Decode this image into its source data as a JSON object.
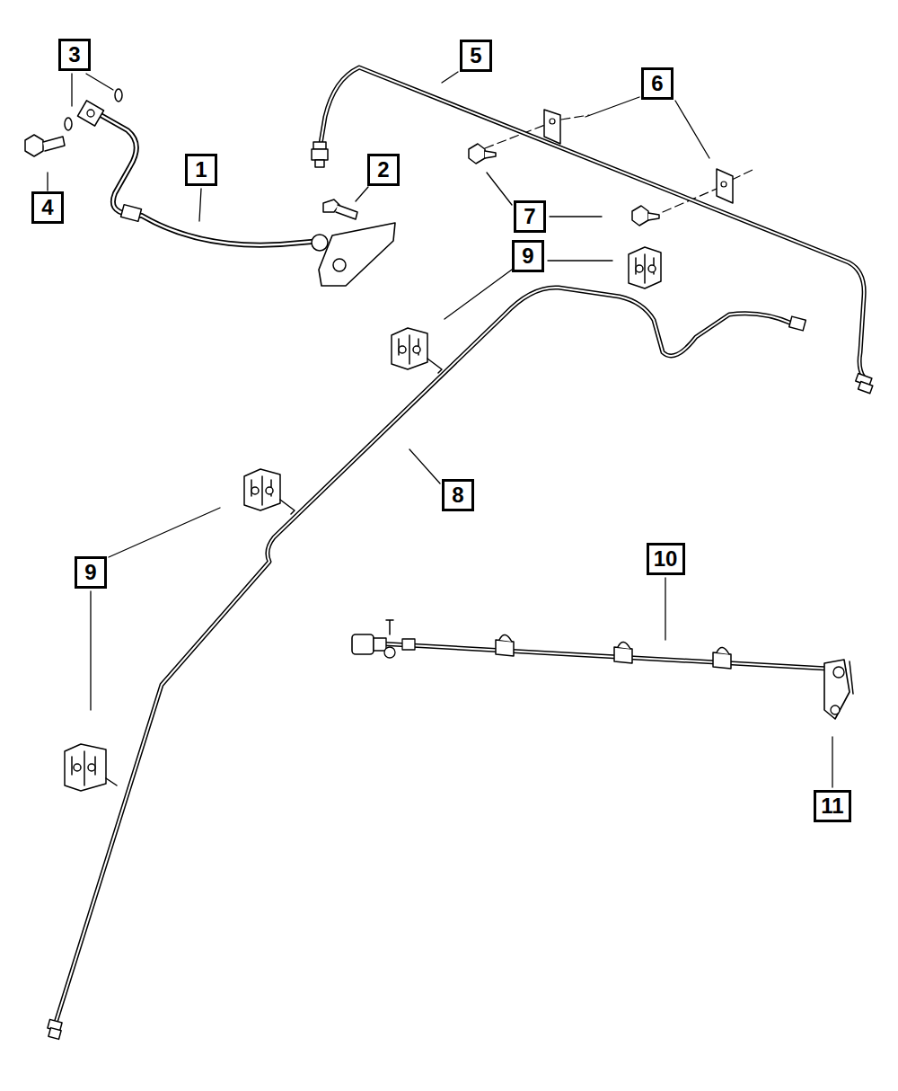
{
  "diagram": {
    "nodes": [
      {
        "text": [
          "3"
        ]
      },
      {
        "text": [
          "5"
        ]
      },
      {
        "text": [
          "6"
        ]
      },
      {
        "text": [
          "1"
        ]
      },
      {
        "text": [
          "2"
        ]
      },
      {
        "text": [
          "4"
        ]
      },
      {
        "text": [
          "7"
        ]
      },
      {
        "text": [
          "9"
        ]
      },
      {
        "text": [
          "8"
        ]
      },
      {
        "text": [
          "10"
        ]
      },
      {
        "text": [
          "9"
        ]
      },
      {
        "text": [
          "11"
        ]
      }
    ]
  }
}
